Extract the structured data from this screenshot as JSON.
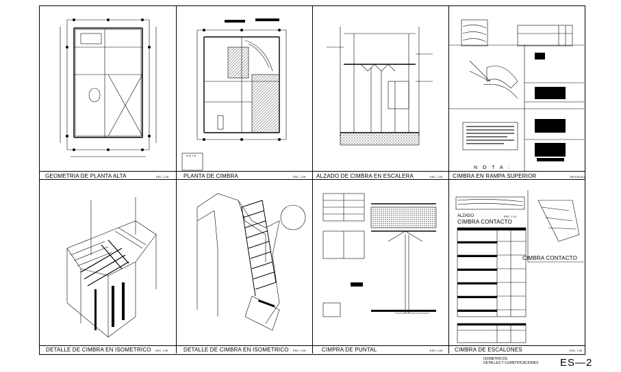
{
  "panels": {
    "p1": {
      "caption": "GEOMETRIA DE PLANTA ALTA",
      "scale": "ESC. 1:25"
    },
    "p2": {
      "caption": "PLANTA DE CIMBRA",
      "scale": "ESC. 1:25"
    },
    "p3": {
      "caption": "ALZADO DE CIMBRA EN ESCALERA",
      "scale": "ESC. 1:25"
    },
    "p4": {
      "caption": "CIMBRA EN RAMPA SUPERIOR",
      "scale": "SIN ESCALA",
      "note": "N O T A :"
    },
    "p5": {
      "caption": "DETALLE DE CIMBRA EN ISOMETRICO",
      "scale": "ESC. 1:25"
    },
    "p6": {
      "caption": "DETALLE DE CIMBRA EN ISOMETRICO",
      "scale": "ESC. 1:25"
    },
    "p7": {
      "caption": "CIMPRA DE PUNTAL",
      "scale": "ESC. 1:25"
    },
    "p8": {
      "caption": "CIMBRA DE ESCALONES",
      "scale": "ESC. 1:25",
      "sub1": "ALZADO",
      "sub1_scale": "ESC. 1:10",
      "sub2": "CIMBRA CONTACTO",
      "sub3": "CIMBRA CONTACTO"
    }
  },
  "title_block": {
    "line1": "ISOMETRICOS",
    "line2": "DETALLES Y CUANTIFICACIONES",
    "sheet_number": "ES—2"
  },
  "nota_label": "N O T A"
}
